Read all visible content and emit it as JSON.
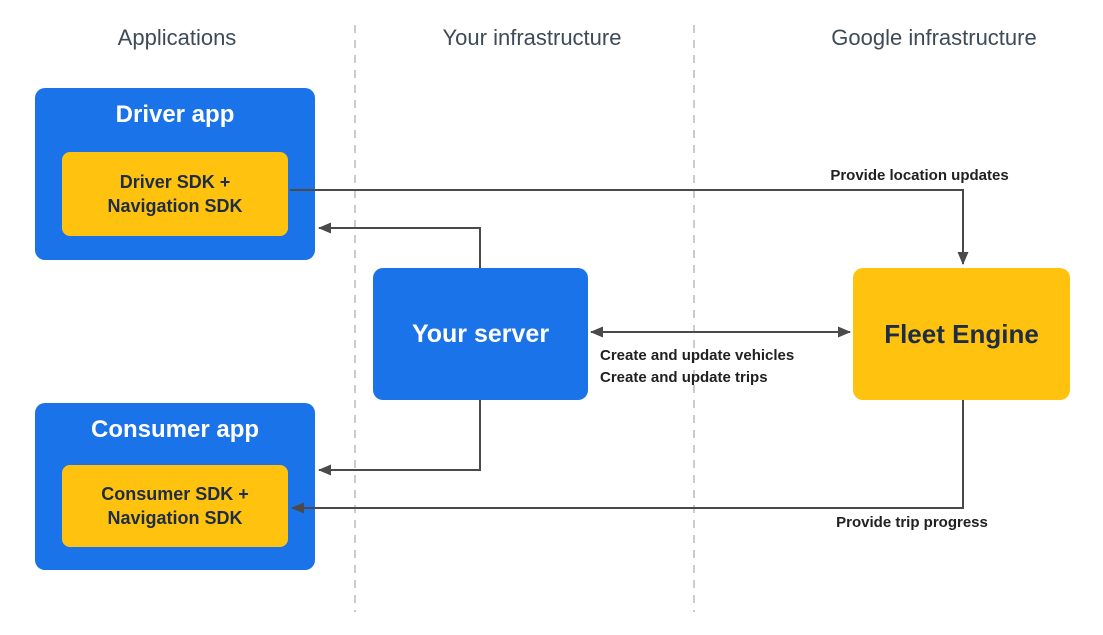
{
  "diagram": {
    "columns": [
      {
        "label": "Applications"
      },
      {
        "label": "Your infrastructure"
      },
      {
        "label": "Google infrastructure"
      }
    ],
    "nodes": {
      "driver_app": {
        "title": "Driver app",
        "sdk_line1": "Driver SDK +",
        "sdk_line2": "Navigation SDK"
      },
      "consumer_app": {
        "title": "Consumer app",
        "sdk_line1": "Consumer SDK +",
        "sdk_line2": "Navigation SDK"
      },
      "your_server": {
        "title": "Your server"
      },
      "fleet_engine": {
        "title": "Fleet Engine"
      }
    },
    "edges": {
      "location_updates": {
        "label": "Provide location updates"
      },
      "vehicles": {
        "label": "Create and update vehicles"
      },
      "trips": {
        "label": "Create and update trips"
      },
      "trip_progress": {
        "label": "Provide trip progress"
      }
    },
    "colors": {
      "blue": "#1a73e8",
      "yellow": "#ffc20e",
      "dark_text": "#1e2d44",
      "arrow": "#4a4a4a",
      "dashed_line": "#b8bcc0"
    }
  }
}
